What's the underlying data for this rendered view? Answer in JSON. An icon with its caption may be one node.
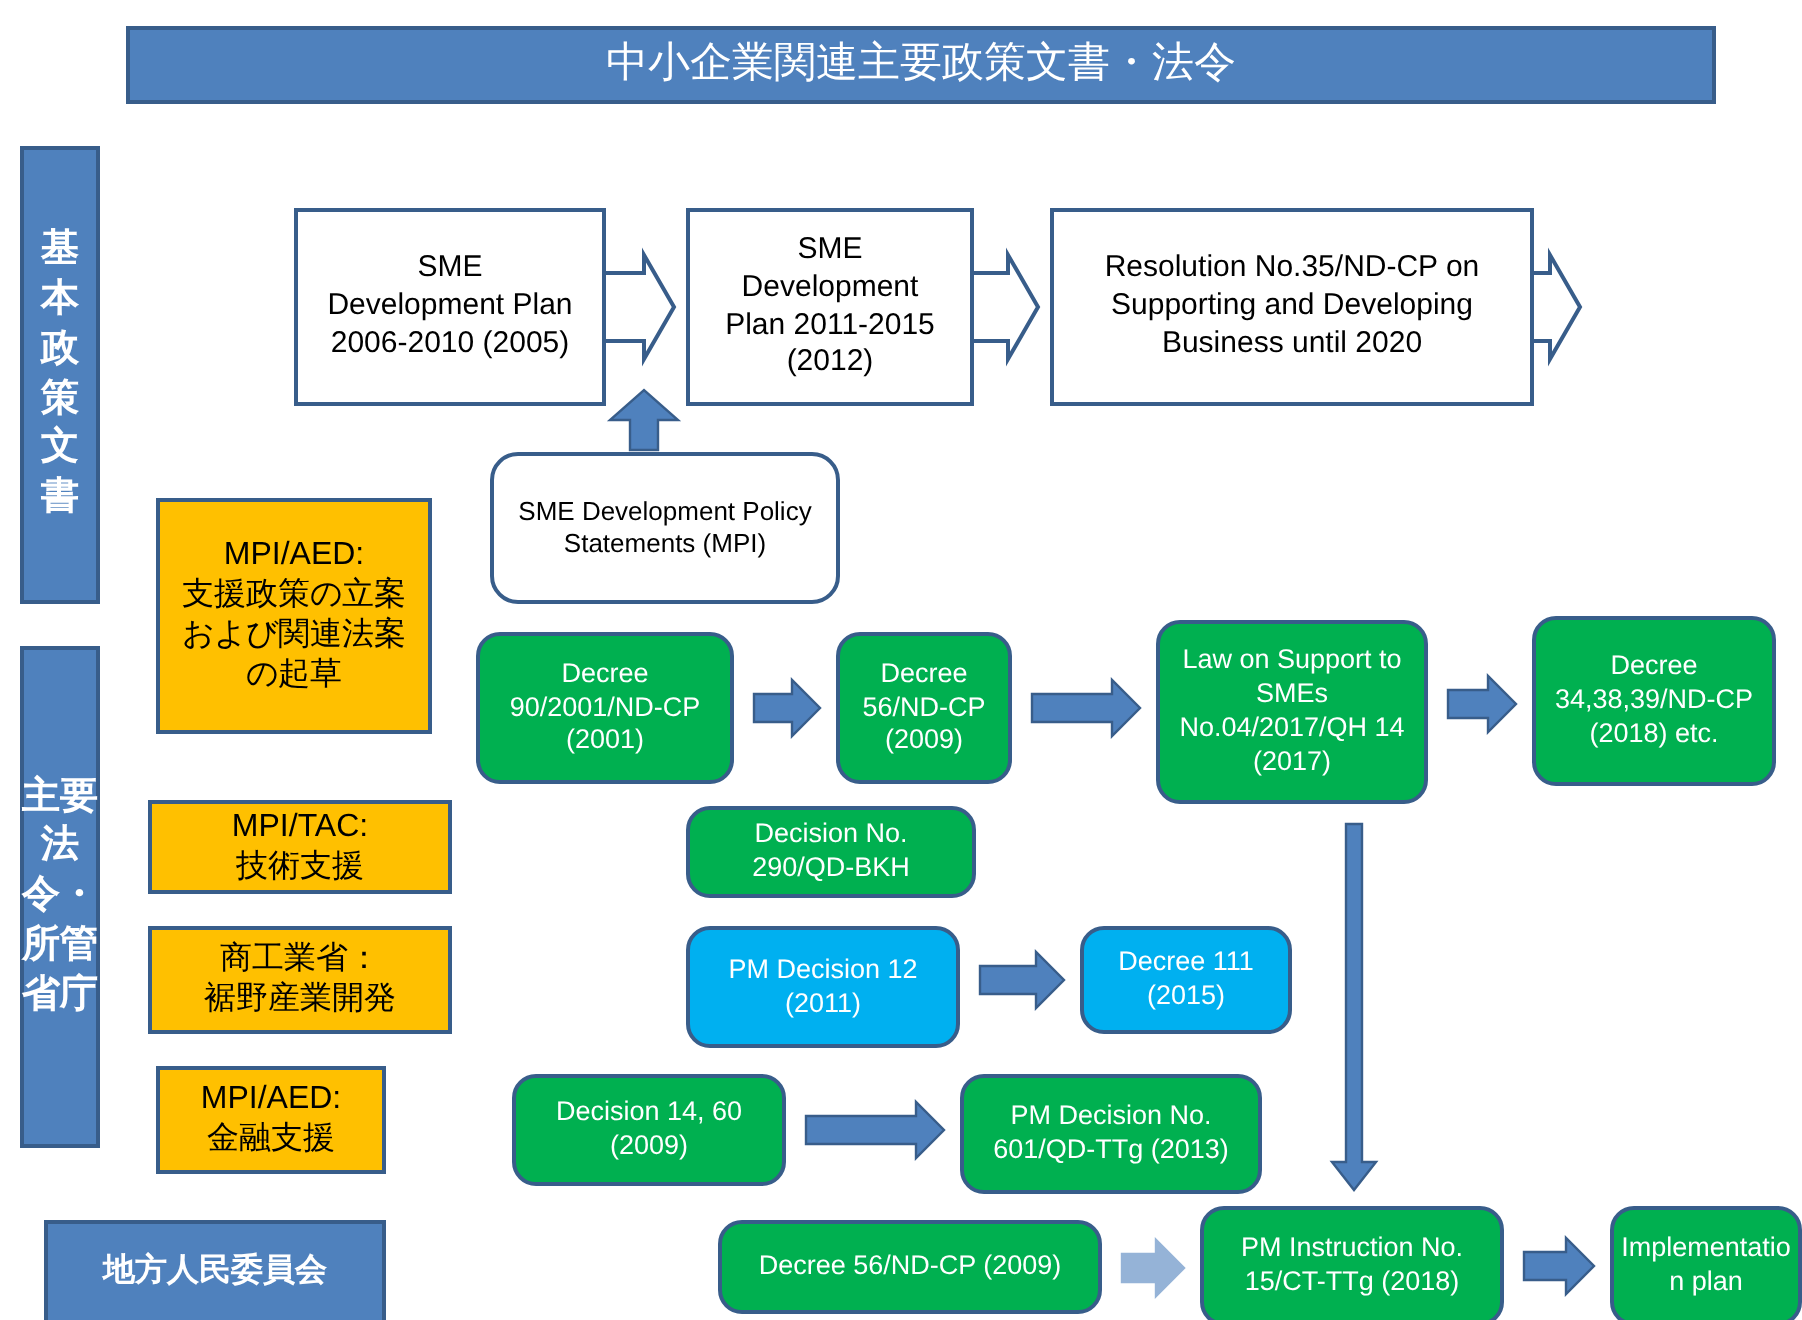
{
  "diagram": {
    "title": "中小企業関連主要政策文書・法令",
    "nodes": [
      {
        "text": [
          "基本政策文書"
        ]
      },
      {
        "text": [
          "SME Development Plan 2006-2010 (2005)"
        ]
      },
      {
        "text": [
          "SME Development Plan 2011-2015 (2012)"
        ]
      },
      {
        "text": [
          "Resolution No.35/ND-CP on Supporting and Developing Business until 2020"
        ]
      },
      {
        "text": [
          "SME Development Policy Statements (MPI)"
        ]
      },
      {
        "text": [
          "MPI/AED:",
          "支援政策の立案および関連法案の起草"
        ]
      },
      {
        "text": [
          "主要法令・所管省庁"
        ]
      },
      {
        "text": [
          "Decree 90/2001/ND-CP (2001)"
        ]
      },
      {
        "text": [
          "Decree 56/ND-CP (2009)"
        ]
      },
      {
        "text": [
          "Law on Support to SMEs No.04/2017/QH 14 (2017)"
        ]
      },
      {
        "text": [
          "Decree 34,38,39/ND-CP (2018) etc."
        ]
      },
      {
        "text": [
          "MPI/TAC:",
          "技術支援"
        ]
      },
      {
        "text": [
          "Decision No. 290/QD-BKH"
        ]
      },
      {
        "text": [
          "商工業省：",
          "裾野産業開発"
        ]
      },
      {
        "text": [
          "PM Decision 12 (2011)"
        ]
      },
      {
        "text": [
          "Decree 111 (2015)"
        ]
      },
      {
        "text": [
          "MPI/AED:",
          "金融支援"
        ]
      },
      {
        "text": [
          "Decision 14, 60 (2009)"
        ]
      },
      {
        "text": [
          "PM Decision No. 601/QD-TTg (2013)"
        ]
      },
      {
        "text": [
          "地方人民委員会"
        ]
      },
      {
        "text": [
          "Decree 56/ND-CP (2009)"
        ]
      },
      {
        "text": [
          "PM Instruction No. 15/CT-TTg (2018)"
        ]
      },
      {
        "text": [
          "Implementation plan"
        ]
      }
    ],
    "edges": [
      {
        "from": 1,
        "to": 2,
        "arrow": "to"
      },
      {
        "from": 2,
        "to": 3,
        "arrow": "to"
      },
      {
        "from": 3,
        "to": null,
        "arrow": "to"
      },
      {
        "from": 4,
        "to": 1,
        "arrow": "to"
      },
      {
        "from": 7,
        "to": 8,
        "arrow": "to"
      },
      {
        "from": 8,
        "to": 9,
        "arrow": "to"
      },
      {
        "from": 9,
        "to": 10,
        "arrow": "to"
      },
      {
        "from": 9,
        "to": 21,
        "arrow": "to"
      },
      {
        "from": 14,
        "to": 15,
        "arrow": "to"
      },
      {
        "from": 17,
        "to": 18,
        "arrow": "to"
      },
      {
        "from": 20,
        "to": 21,
        "arrow": "to",
        "color": "#95b3d7"
      },
      {
        "from": 21,
        "to": 22,
        "arrow": "to"
      }
    ]
  }
}
